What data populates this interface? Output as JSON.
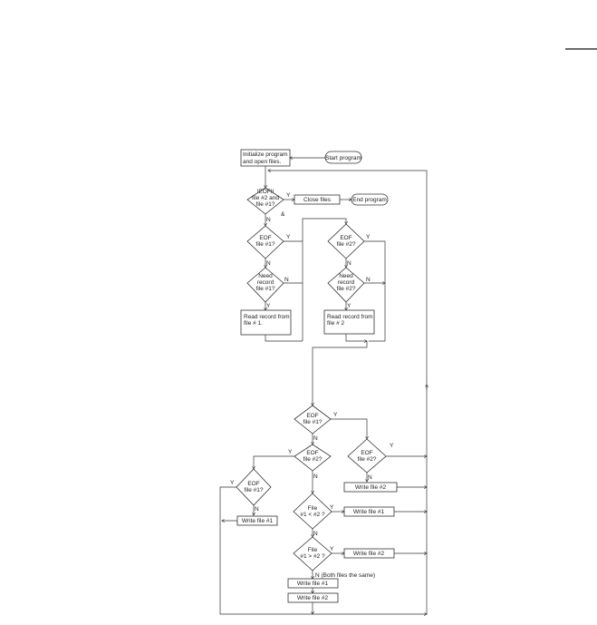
{
  "flowchart": {
    "init": [
      "Initialize program",
      "and open files."
    ],
    "start": "Start program",
    "eof_both": [
      "!EOFII",
      "file #2 and",
      "file #1?"
    ],
    "close_files": "Close files",
    "end_program": "End program",
    "and_mark": "&",
    "eof1_top": [
      "EOF",
      "file #1?"
    ],
    "need1": [
      "Need",
      "record",
      "file #1?"
    ],
    "read1": [
      "Read record from",
      "file # 1."
    ],
    "eof2_top": [
      "EOF",
      "file #2?"
    ],
    "need2": [
      "Need",
      "record",
      "file #2?"
    ],
    "read2": [
      "Read record from",
      "file # 2"
    ],
    "eof1_mid": [
      "EOF",
      "file #1?"
    ],
    "eof2_mid": [
      "EOF",
      "file #2?"
    ],
    "eof2_right": [
      "EOF",
      "file #2?"
    ],
    "eof1_left": [
      "EOF",
      "file #1?"
    ],
    "write2_right": "Write file #2",
    "write1_left": "Write file #1",
    "cmp_lt": [
      "File",
      "#1 < #2 ?"
    ],
    "cmp_gt": [
      "File",
      "#1 > #2 ?"
    ],
    "write1_lt": "Write file #1",
    "write2_gt": "Write file #2",
    "both_same": "N (Both files the same)",
    "write1_bottom": "Write file #1",
    "write2_bottom": "Write file #2",
    "yes": "Y",
    "no": "N"
  }
}
